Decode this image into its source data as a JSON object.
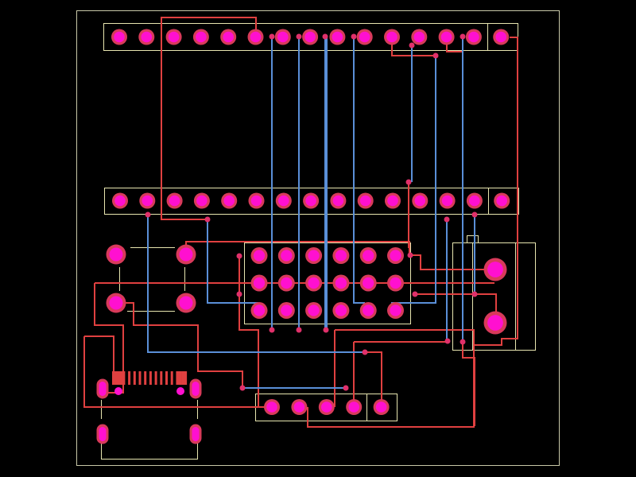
{
  "view": "pcb-layout",
  "colors": {
    "background": "#000000",
    "board_outline": "#c8c8a8",
    "silkscreen": "#e8e6b0",
    "top_copper": "#e04040",
    "bottom_copper": "#5a8fd8",
    "pad_ring": "#d83a5a",
    "pad_fill": "#ff10d0",
    "via": "#e0306a"
  },
  "components": [
    {
      "id": "J1",
      "kind": "header-1x15"
    },
    {
      "id": "J2",
      "kind": "header-1x15"
    },
    {
      "id": "SW1",
      "kind": "tactile-switch"
    },
    {
      "id": "U1",
      "kind": "dip-socket-3x6"
    },
    {
      "id": "J3",
      "kind": "2-pin-terminal"
    },
    {
      "id": "USB1",
      "kind": "usb-receptacle"
    },
    {
      "id": "J4",
      "kind": "header-1x5"
    }
  ]
}
